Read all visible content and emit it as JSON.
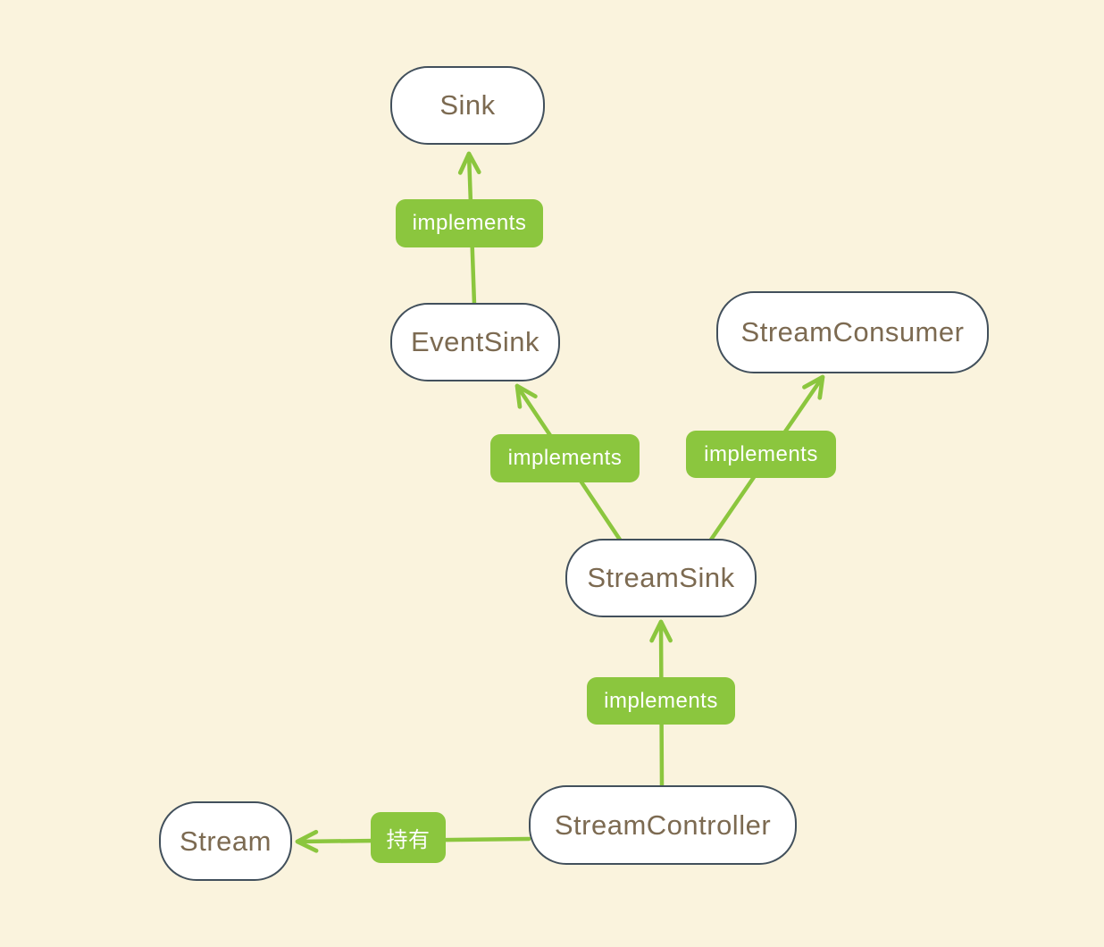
{
  "diagram": {
    "colors": {
      "background": "#faf3dd",
      "node_fill": "#ffffff",
      "node_border": "#42505c",
      "node_text": "#7c6a51",
      "edge": "#8bc63e",
      "edge_label_bg": "#8bc63e",
      "edge_label_text": "#ffffff"
    },
    "nodes": [
      {
        "id": "sink",
        "label": "Sink"
      },
      {
        "id": "eventsink",
        "label": "EventSink"
      },
      {
        "id": "streamconsumer",
        "label": "StreamConsumer"
      },
      {
        "id": "streamsink",
        "label": "StreamSink"
      },
      {
        "id": "streamcontroller",
        "label": "StreamController"
      },
      {
        "id": "stream",
        "label": "Stream"
      }
    ],
    "edges": [
      {
        "id": "eventsink-to-sink",
        "from": "EventSink",
        "to": "Sink",
        "label": "implements"
      },
      {
        "id": "streamsink-to-eventsink",
        "from": "StreamSink",
        "to": "EventSink",
        "label": "implements"
      },
      {
        "id": "streamsink-to-streamconsumer",
        "from": "StreamSink",
        "to": "StreamConsumer",
        "label": "implements"
      },
      {
        "id": "streamcontroller-to-streamsink",
        "from": "StreamController",
        "to": "StreamSink",
        "label": "implements"
      },
      {
        "id": "streamcontroller-to-stream",
        "from": "StreamController",
        "to": "Stream",
        "label": "持有"
      }
    ]
  }
}
